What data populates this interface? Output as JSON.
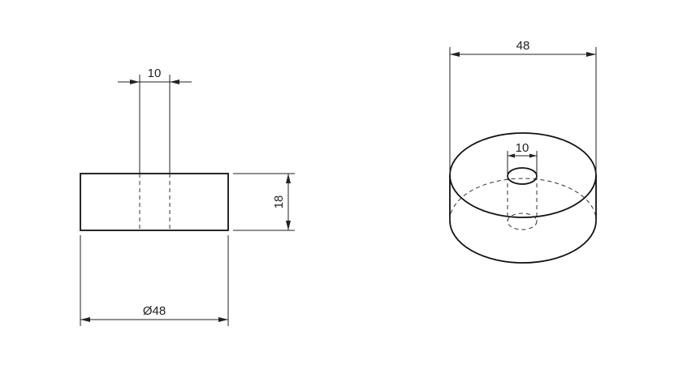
{
  "dimensions": {
    "front_bore": "10",
    "front_height": "18",
    "front_diameter": "Ø48",
    "iso_width": "48",
    "iso_bore": "10"
  },
  "colors": {
    "line": "#111111",
    "background": "#ffffff"
  }
}
